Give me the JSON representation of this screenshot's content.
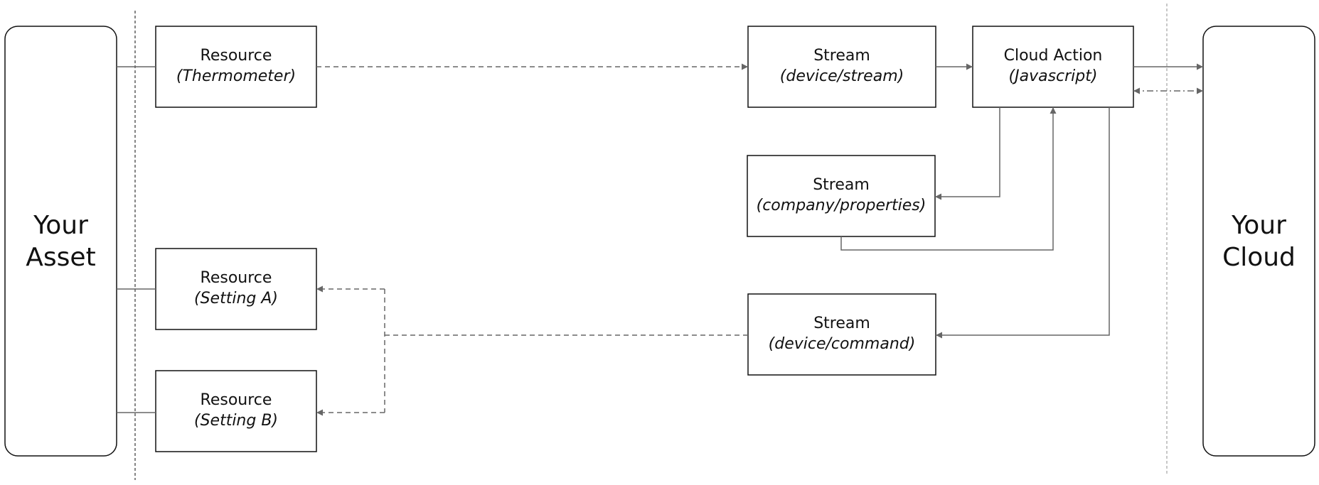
{
  "asset": {
    "line1": "Your",
    "line2": "Asset"
  },
  "cloud": {
    "line1": "Your",
    "line2": "Cloud"
  },
  "boxes": {
    "res_thermo": {
      "title": "Resource",
      "subtitle": "(Thermometer)"
    },
    "res_a": {
      "title": "Resource",
      "subtitle": "(Setting A)"
    },
    "res_b": {
      "title": "Resource",
      "subtitle": "(Setting B)"
    },
    "stream_dev": {
      "title": "Stream",
      "subtitle": "(device/stream)"
    },
    "stream_prop": {
      "title": "Stream",
      "subtitle": "(company/properties)"
    },
    "stream_cmd": {
      "title": "Stream",
      "subtitle": "(device/command)"
    },
    "action": {
      "title": "Cloud Action",
      "subtitle": "(Javascript)"
    }
  },
  "colors": {
    "line": "#666666",
    "border": "#111111",
    "divider_left": "#444444",
    "divider_right": "#aaaaaa"
  }
}
